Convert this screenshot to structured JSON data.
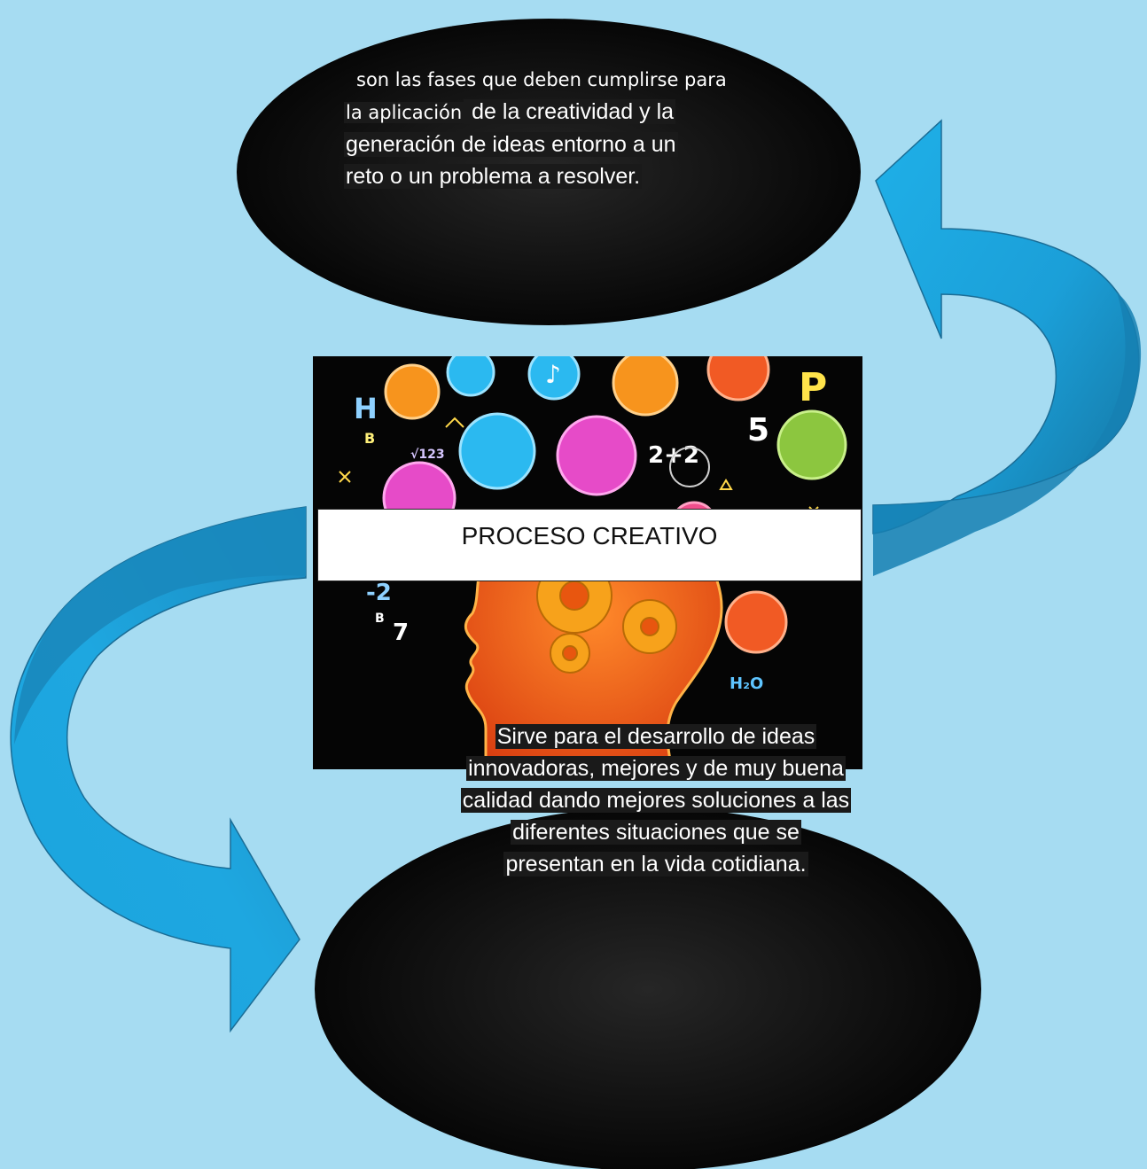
{
  "diagram": {
    "title": "PROCESO CREATIVO",
    "top_ellipse": {
      "line1": "son las fases que deben cumplirse para",
      "line2_start": "la aplicación",
      "line2_end": " de la creatividad y la",
      "line3": "generación de ideas entorno a un",
      "line4": "reto o un problema a resolver."
    },
    "bottom_ellipse": {
      "lines": [
        "Sirve para el desarrollo de ideas",
        "innovadoras, mejores y de muy buena",
        "calidad dando mejores soluciones a las",
        "diferentes situaciones que se",
        "presentan en la vida cotidiana."
      ]
    },
    "image_glyphs": {
      "h": "H",
      "b": "B",
      "p": "P",
      "five": "5",
      "sum": "2+2",
      "sqrt": "√123",
      "minus2": "-2",
      "seven": "7",
      "b2": "B",
      "h2o": "H₂O",
      "music": "♪"
    }
  },
  "colors": {
    "background": "#a6dcf2",
    "arrow": "#1da7df",
    "arrow_dark": "#1677a8",
    "ellipse": "#000000",
    "head": "#f15a1f"
  }
}
